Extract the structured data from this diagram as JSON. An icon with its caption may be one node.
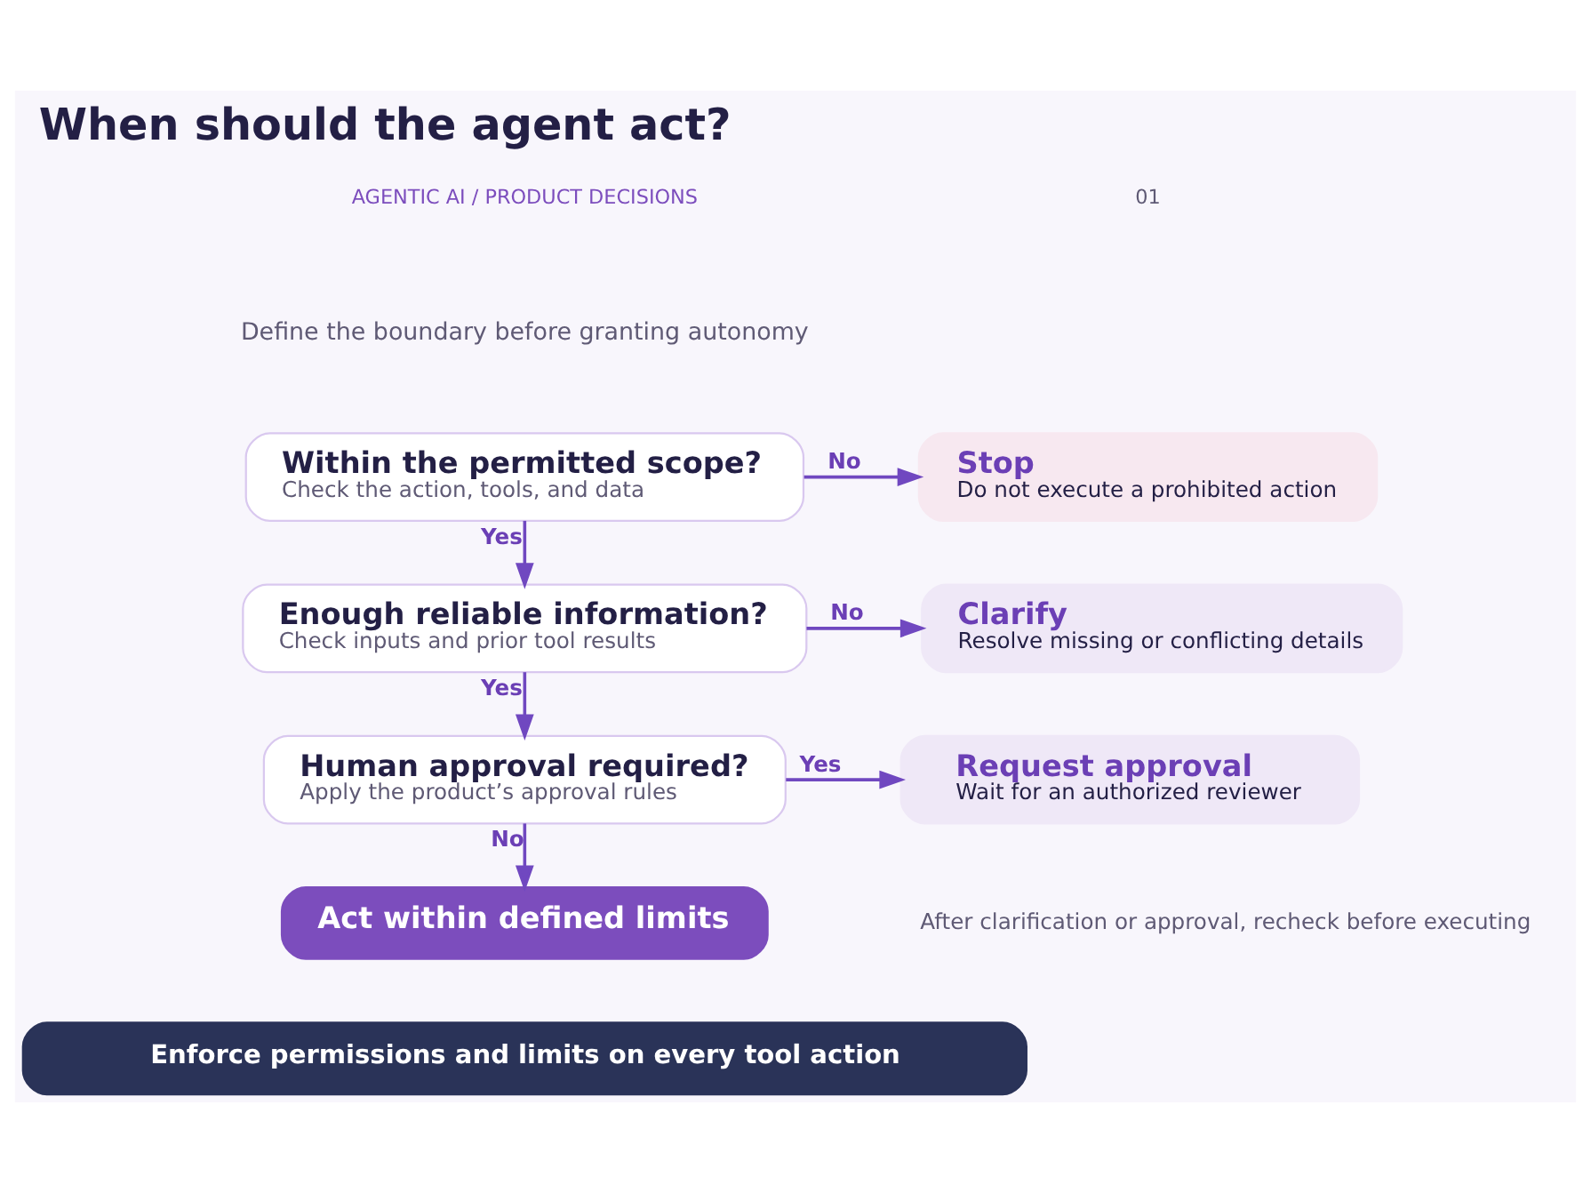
{
  "diagram": {
    "title": "When should the agent act?",
    "nodes": [
      {
        "text": [
          "Within the permitted scope?",
          "Check the action, tools, and data"
        ]
      },
      {
        "text": [
          "Stop",
          "Do not execute a prohibited action"
        ]
      },
      {
        "text": [
          "Enough reliable information?",
          "Check inputs and prior tool results"
        ]
      },
      {
        "text": [
          "Clarify",
          "Resolve missing or conflicting details"
        ]
      },
      {
        "text": [
          "Human approval required?",
          "Apply the product’s approval rules"
        ]
      },
      {
        "text": [
          "Request approval",
          "Wait for an authorized reviewer"
        ]
      },
      {
        "text": [
          "Act within defined limits"
        ]
      },
      {
        "text": [
          "Enforce permissions and limits on every tool action"
        ]
      }
    ],
    "edges": [
      {
        "from": 0,
        "to": 1,
        "arrow": "to",
        "label": "No"
      },
      {
        "from": 0,
        "to": 2,
        "arrow": "to",
        "label": "Yes"
      },
      {
        "from": 2,
        "to": 3,
        "arrow": "to",
        "label": "No"
      },
      {
        "from": 2,
        "to": 4,
        "arrow": "to",
        "label": "Yes"
      },
      {
        "from": 4,
        "to": 5,
        "arrow": "to",
        "label": "Yes"
      },
      {
        "from": 4,
        "to": 6,
        "arrow": "to",
        "label": "No"
      }
    ],
    "labels": [
      "AGENTIC AI / PRODUCT DECISIONS",
      "01",
      "Define the boundary before granting autonomy",
      "After clarification or approval, recheck before executing"
    ]
  }
}
